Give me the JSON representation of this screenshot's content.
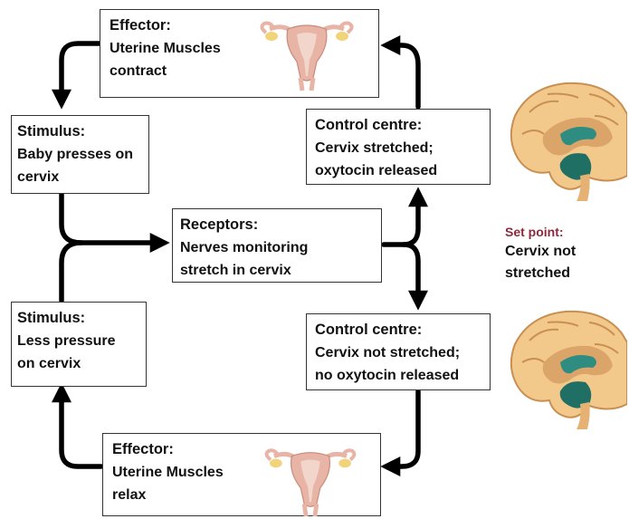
{
  "diagram": {
    "effector_top": {
      "heading": "Effector:",
      "lines": [
        "Uterine Muscles",
        "contract"
      ]
    },
    "stimulus_top": {
      "heading": "Stimulus:",
      "lines": [
        "Baby presses on",
        "cervix"
      ]
    },
    "control_top": {
      "heading": "Control centre:",
      "lines": [
        "Cervix stretched;",
        "oxytocin released"
      ]
    },
    "receptors": {
      "heading": "Receptors:",
      "lines": [
        "Nerves monitoring",
        "stretch in cervix"
      ]
    },
    "stimulus_bottom": {
      "heading": "Stimulus:",
      "lines": [
        "Less pressure",
        "on cervix"
      ]
    },
    "control_bottom": {
      "heading": "Control centre:",
      "lines": [
        "Cervix not stretched;",
        "no oxytocin released"
      ]
    },
    "effector_bottom": {
      "heading": "Effector:",
      "lines": [
        "Uterine Muscles",
        "relax"
      ]
    },
    "set_point": {
      "title": "Set point:",
      "lines": [
        "Cervix not",
        "stretched"
      ]
    }
  },
  "icons": {
    "uterus": "uterus-icon",
    "brain": "brain-icon"
  },
  "colors": {
    "arrow": "#000000",
    "set_point_title": "#8b2a3a",
    "uterus_tissue": "#e8b4a6",
    "uterus_inner": "#f2d6cc",
    "ovary": "#f1d37a",
    "brain_outer": "#f2c98a",
    "brain_inner": "#dba56a",
    "brain_cavity": "#2e8c80"
  }
}
